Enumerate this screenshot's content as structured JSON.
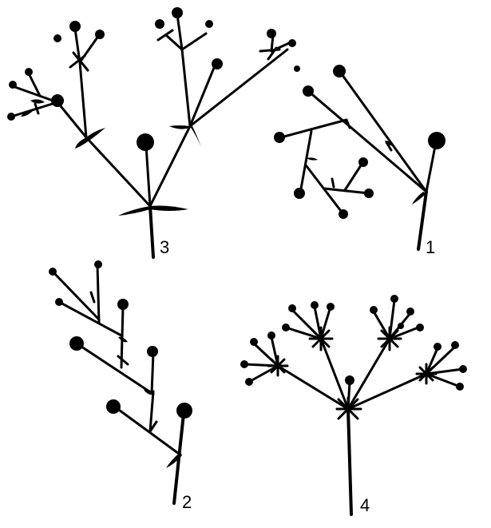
{
  "figure": {
    "labels": {
      "plant_1": "1",
      "plant_2": "2",
      "plant_3": "3",
      "plant_4": "4"
    },
    "colors": {
      "ink": "#000000",
      "background": "#ffffff"
    }
  }
}
